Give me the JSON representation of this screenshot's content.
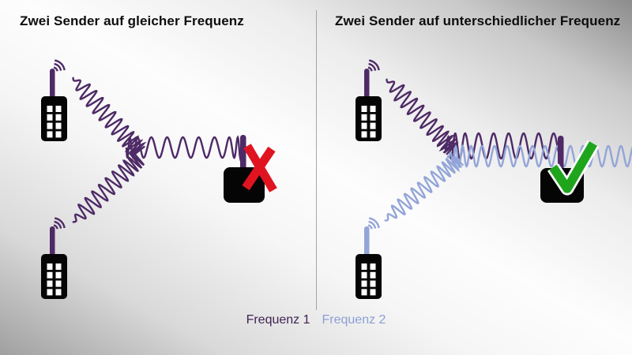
{
  "panels": {
    "left": {
      "title": "Zwei Sender auf gleicher Frequenz",
      "result": "interference",
      "result_icon": "x-mark"
    },
    "right": {
      "title": "Zwei Sender auf unterschiedlicher Frequenz",
      "result": "clear-reception",
      "result_icon": "check-mark"
    }
  },
  "legend": {
    "items": [
      {
        "label": "Frequenz 1",
        "color": "#3f2353"
      },
      {
        "label": "Frequenz 2",
        "color": "#8ba0d5"
      }
    ]
  },
  "colors": {
    "frequency1": "#4e2a66",
    "frequency2": "#93a5d8",
    "device": "#050505",
    "error": "#e01420",
    "success": "#1fa51c",
    "divider": "#979797",
    "title": "#0d0d0d",
    "legend1": "#3f2353",
    "legend2": "#8ba0d5"
  }
}
